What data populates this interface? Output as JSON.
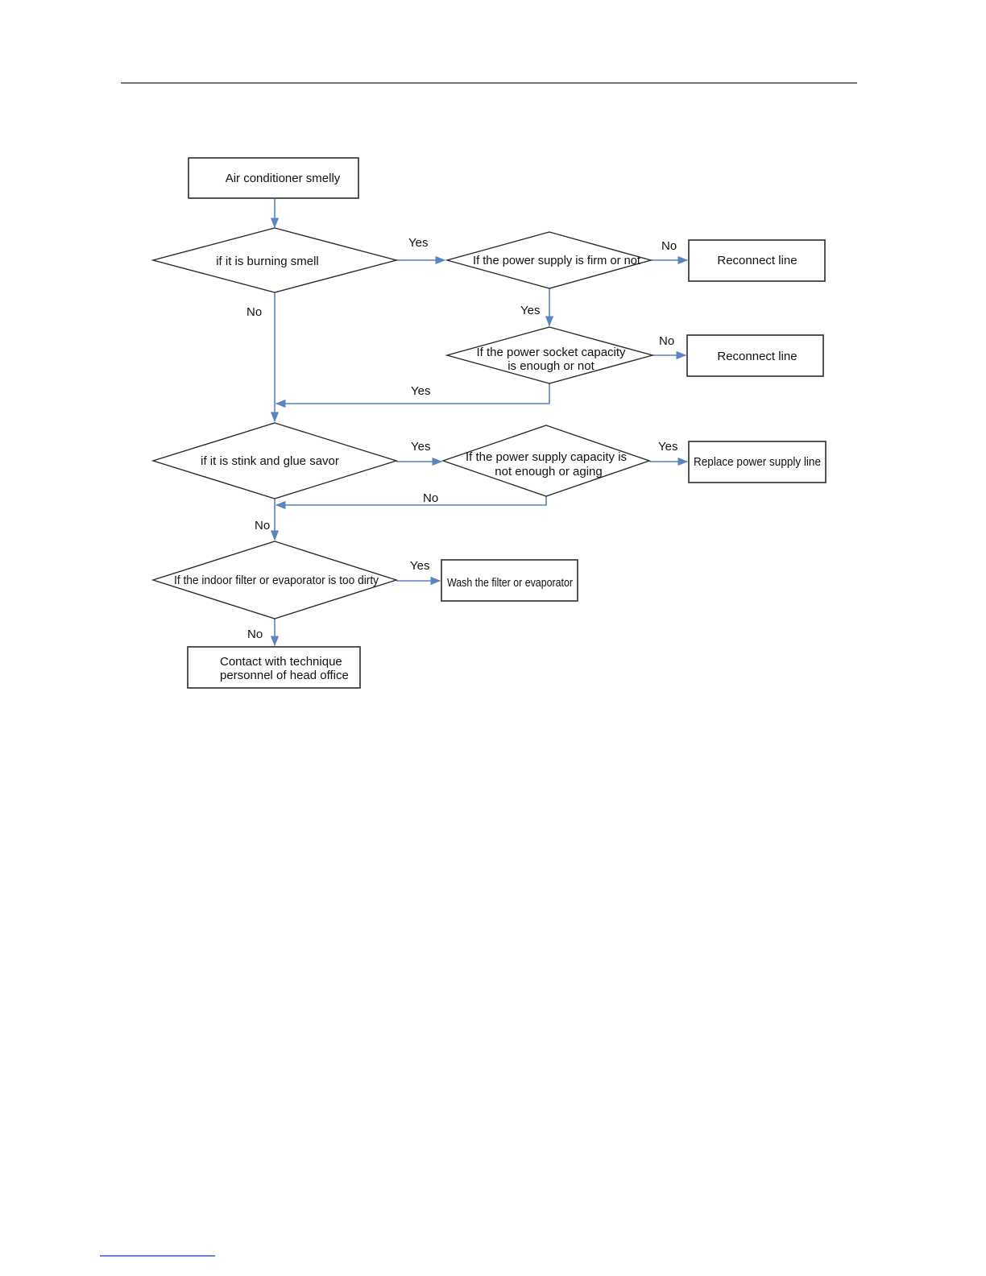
{
  "colors": {
    "edge": "#5b84c2",
    "footer_line": "#3b56c8",
    "border": "#2b2b2b"
  },
  "flowchart": {
    "start": "Air conditioner smelly",
    "q_burning": "if it is burning smell",
    "q_power_firm": "If the power supply is firm or not",
    "a_reconnect_1": "Reconnect line",
    "q_socket_line1": "If the power socket capacity",
    "q_socket_line2": "is enough or not",
    "a_reconnect_2": "Reconnect line",
    "q_stink": "if it is stink and glue savor",
    "q_capacity_line1": "If the power supply capacity is",
    "q_capacity_line2": "not enough or aging",
    "a_replace": "Replace power supply line",
    "q_filter": "If the indoor filter or evaporator is too dirty",
    "a_wash": "Wash the filter or evaporator",
    "end_line1": "Contact with technique",
    "end_line2": "personnel of head office"
  },
  "labels": {
    "yes": "Yes",
    "no": "No"
  }
}
